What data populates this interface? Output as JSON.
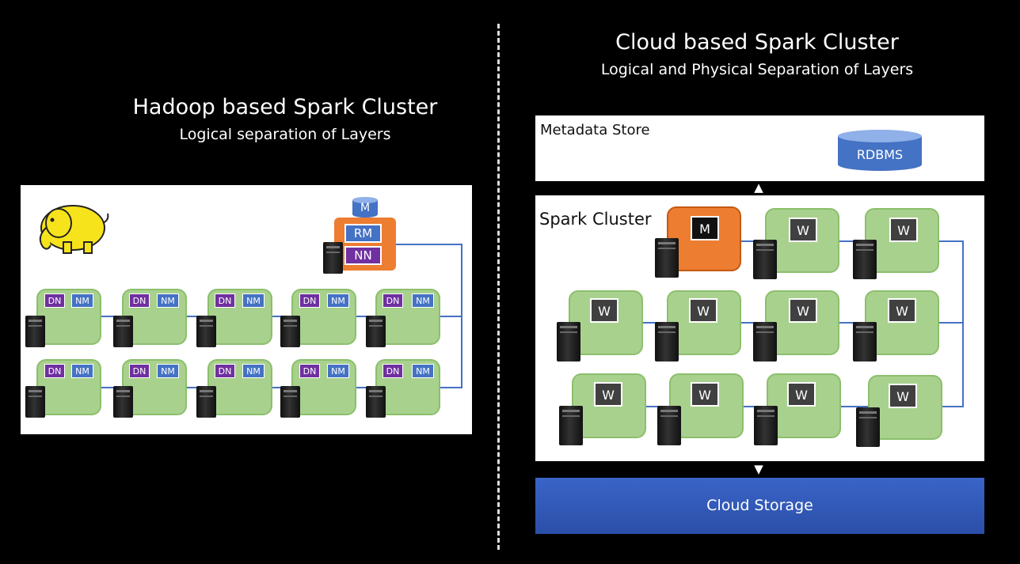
{
  "left": {
    "title": "Hadoop based Spark Cluster",
    "subtitle": "Logical separation of Layers",
    "master": {
      "m": "M",
      "rm": "RM",
      "nn": "NN"
    },
    "worker_tags": {
      "dn": "DN",
      "nm": "NM"
    }
  },
  "right": {
    "title": "Cloud based Spark Cluster",
    "subtitle": "Logical and Physical Separation of Layers",
    "metadata_label": "Metadata Store",
    "rdbms_label": "RDBMS",
    "cluster_label": "Spark Cluster",
    "master_label": "M",
    "worker_label": "W",
    "storage_label": "Cloud Storage"
  },
  "colors": {
    "background": "#000000",
    "node_green": "#a9d18e",
    "dn_purple": "#7030a0",
    "nm_blue": "#4472c4",
    "master_orange": "#ed7d31",
    "storage_blue": "#2f5cb8"
  },
  "icons": [
    "hadoop-elephant-logo",
    "server-tower-icon",
    "database-cylinder-icon",
    "arrow-up-icon",
    "arrow-down-icon"
  ]
}
